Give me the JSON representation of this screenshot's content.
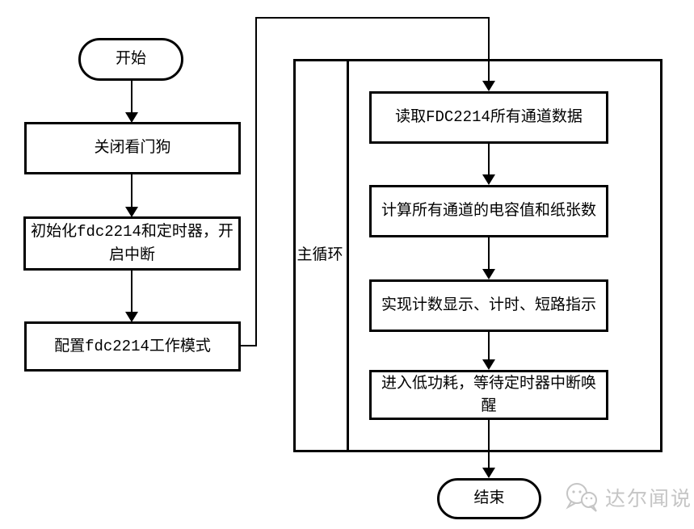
{
  "flowchart": {
    "start_label": "开始",
    "left_steps": [
      "关闭看门狗",
      "初始化fdc2214和定时器，开启中断",
      "配置fdc2214工作模式"
    ],
    "loop_label": "主循环",
    "loop_steps": [
      "读取FDC2214所有通道数据",
      "计算所有通道的电容值和纸张数",
      "实现计数显示、计时、短路指示",
      "进入低功耗，等待定时器中断唤醒"
    ],
    "end_label": "结束"
  },
  "watermark": {
    "text": "达尔闻说",
    "icon": "wechat-chat-bubbles"
  },
  "colors": {
    "line": "#000000",
    "background": "#ffffff",
    "watermark_text": "#c5c5c5"
  }
}
